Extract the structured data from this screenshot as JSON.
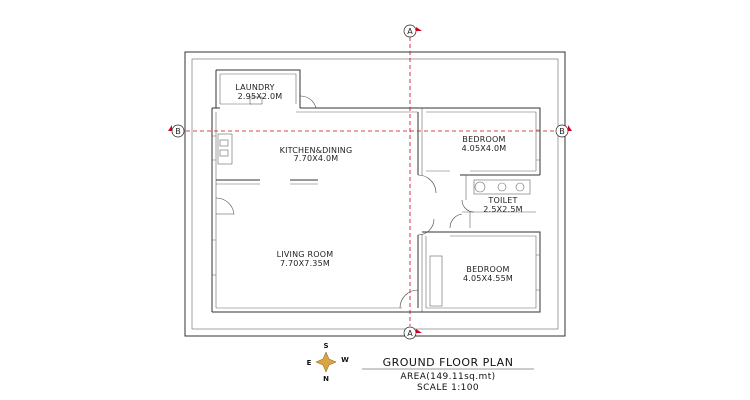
{
  "rooms": {
    "laundry": {
      "name": "LAUNDRY",
      "size": "2.95X2.0M"
    },
    "kitchen": {
      "name": "KITCHEN&DINING",
      "size": "7.70X4.0M"
    },
    "bedroom1": {
      "name": "BEDROOM",
      "size": "4.05X4.0M"
    },
    "toilet": {
      "name": "TOILET",
      "size": "2.5X2.5M"
    },
    "living": {
      "name": "LIVING ROOM",
      "size": "7.70X7.35M"
    },
    "bedroom2": {
      "name": "BEDROOM",
      "size": "4.05X4.55M"
    }
  },
  "section_markers": {
    "a": "A",
    "b": "B"
  },
  "compass": {
    "top": "S",
    "left": "E",
    "right": "W",
    "bottom": "N"
  },
  "title_block": {
    "title": "GROUND FLOOR PLAN",
    "area": "AREA(149.11sq.mt)",
    "scale": "SCALE 1:100"
  },
  "colors": {
    "section_line": "#d0001c",
    "compass_fill": "#d9a441",
    "walls": "#333333"
  }
}
